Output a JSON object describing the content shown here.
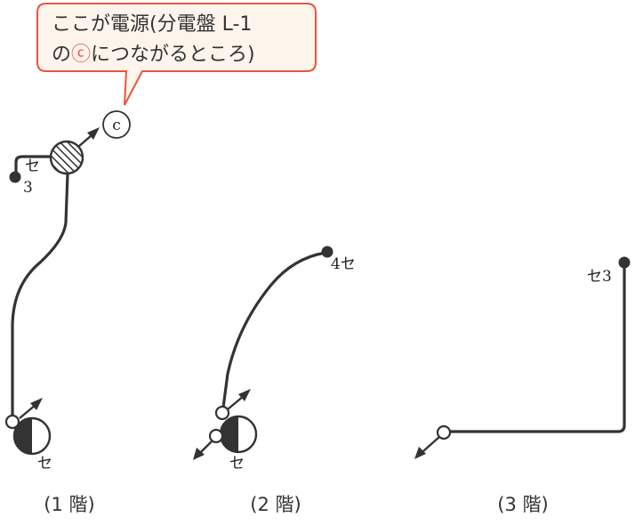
{
  "callout": {
    "line1": "ここが電源(分電盤 L-1",
    "line2_pre": "の",
    "line2_mark": "ⓒ",
    "line2_post": "につながるところ)",
    "border_color": "#e8553f",
    "fill_color": "#fdf5ec"
  },
  "source_label": "c",
  "floor1": {
    "caption": "(1 階)",
    "upper_label_se": "セ",
    "upper_label_num": "3",
    "lower_label": "セ"
  },
  "floor2": {
    "caption": "(2 階)",
    "upper_label": "4セ",
    "lower_label": "セ"
  },
  "floor3": {
    "caption": "(3 階)",
    "upper_label": "セ3"
  }
}
